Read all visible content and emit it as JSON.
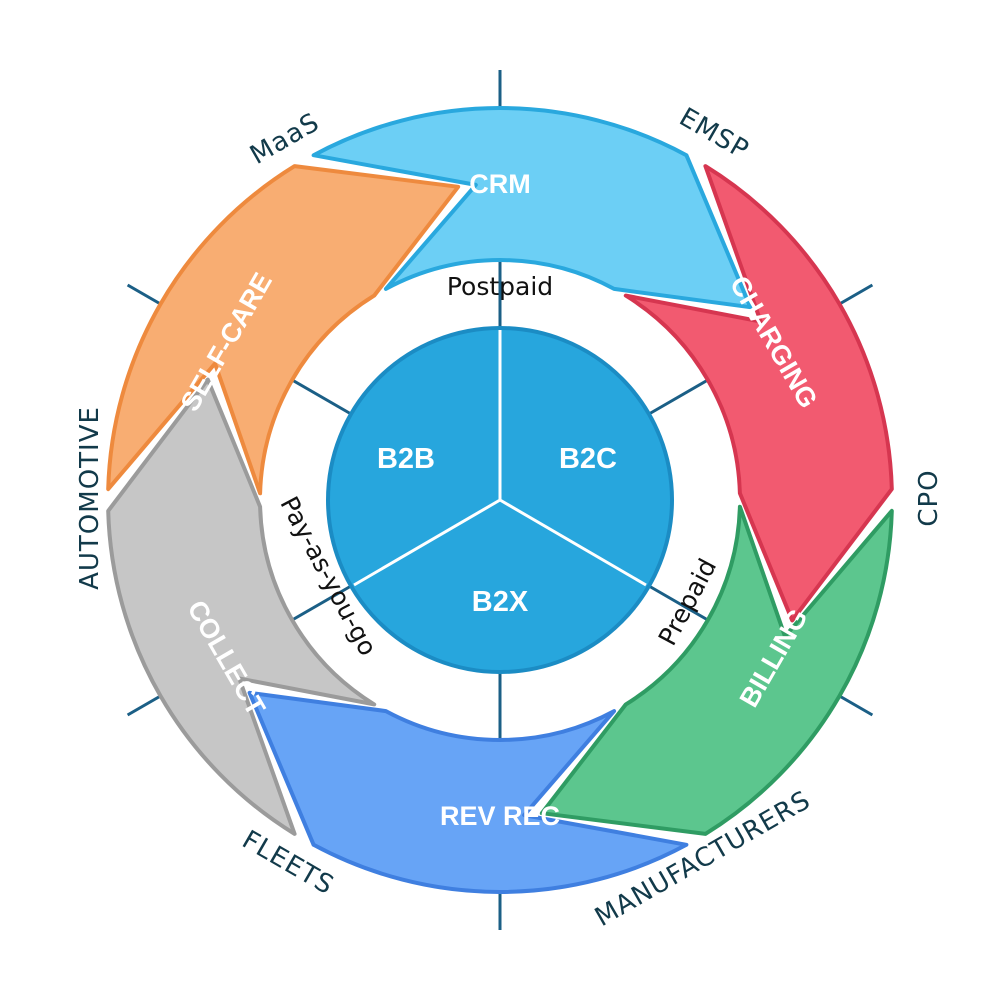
{
  "colors": {
    "spoke": "#1b5f86",
    "core_fill": "#27a6dd",
    "core_stroke": "#1b8cc4",
    "divider": "#ffffff"
  },
  "ring_segments": [
    {
      "key": "crm",
      "label": "CRM",
      "fill": "#6ccff5",
      "stroke": "#29a8de"
    },
    {
      "key": "charging",
      "label": "CHARGING",
      "fill": "#f25a70",
      "stroke": "#d63650"
    },
    {
      "key": "billing",
      "label": "BILLING",
      "fill": "#5cc68e",
      "stroke": "#2f9c63"
    },
    {
      "key": "revrec",
      "label": "REV REC",
      "fill": "#67a4f6",
      "stroke": "#3f7fe0"
    },
    {
      "key": "collect",
      "label": "COLLECT",
      "fill": "#c6c6c6",
      "stroke": "#9b9b9b"
    },
    {
      "key": "selfcare",
      "label": "SELF-CARE",
      "fill": "#f8ad72",
      "stroke": "#ee8a3e"
    }
  ],
  "middle_labels": {
    "postpaid": "Postpaid",
    "prepaid": "Prepaid",
    "payg": "Pay-as-you-go"
  },
  "core_segments": {
    "b2b": "B2B",
    "b2c": "B2C",
    "b2x": "B2X"
  },
  "outer_labels": {
    "maas": "MaaS",
    "emsp": "EMSP",
    "cpo": "CPO",
    "manufacturers": "MANUFACTURERS",
    "fleets": "FLEETS",
    "automotive": "AUTOMOTIVE"
  }
}
